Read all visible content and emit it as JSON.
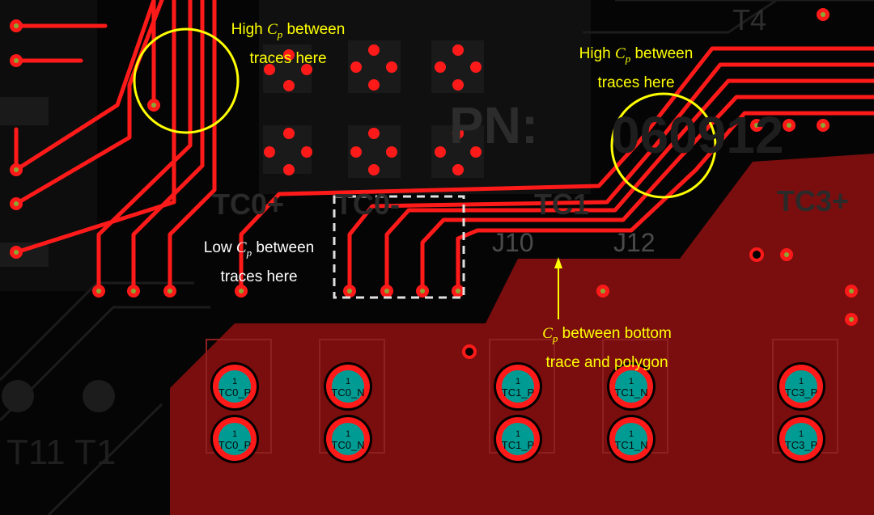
{
  "annotations": {
    "high_left": {
      "line1_pre": "High ",
      "sym": "C",
      "sub": "p",
      "line1_post": " between",
      "line2": "traces here"
    },
    "high_right": {
      "line1_pre": "High ",
      "sym": "C",
      "sub": "p",
      "line1_post": " between",
      "line2": "traces here"
    },
    "low": {
      "line1_pre": "Low ",
      "sym": "C",
      "sub": "p",
      "line1_post": " between",
      "line2": "traces here"
    },
    "polygon": {
      "sym": "C",
      "sub": "p",
      "line1_post": " between bottom",
      "line2": "trace and polygon"
    }
  },
  "silkscreen": {
    "pn": "PN:",
    "pn_digits": "060912",
    "tc0p": "TC0+",
    "tc0m": "TC0-",
    "tc1": "TC1",
    "tc3p": "TC3+",
    "j10": "J10",
    "j12": "J12",
    "t4": "T4",
    "bottom_left": "T11 T1"
  },
  "pads": [
    {
      "num": "1",
      "label": "TC0_P"
    },
    {
      "num": "1",
      "label": "TC0_N"
    },
    {
      "num": "1",
      "label": "TC1_P"
    },
    {
      "num": "1",
      "label": "TC1_N"
    },
    {
      "num": "1",
      "label": "TC3_P"
    },
    {
      "num": "1",
      "label": "TC0_P"
    },
    {
      "num": "1",
      "label": "TC0_N"
    },
    {
      "num": "1",
      "label": "TC1_P"
    },
    {
      "num": "1",
      "label": "TC1_N"
    },
    {
      "num": "1",
      "label": "TC3_P"
    }
  ],
  "colors": {
    "trace": "#ff1a1a",
    "polygon": "#7a0e0e",
    "highlight": "#ffff00",
    "annotation_white": "#ffffff",
    "pad_fill": "#009c94",
    "via_center": "#8aa832"
  }
}
